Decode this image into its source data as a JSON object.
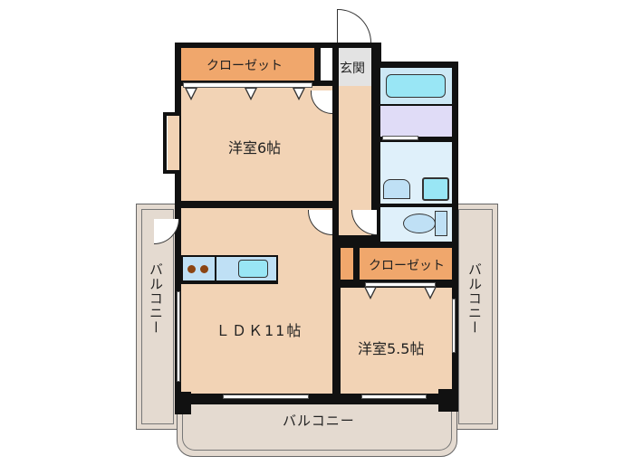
{
  "floorplan": {
    "rooms": {
      "closet_top": "クローゼット",
      "entrance": "玄関",
      "western_room_1": "洋室6帖",
      "ldk": "ＬＤＫ11帖",
      "closet_right": "クローゼット",
      "western_room_2": "洋室5.5帖"
    },
    "balconies": {
      "left": "バルコニー",
      "right": "バルコニー",
      "bottom": "バルコニー"
    },
    "colors": {
      "room_fill": "#f2d3b5",
      "closet_fill": "#f0a76c",
      "balcony_fill": "#e4dad0",
      "bath_fill": "#cde8f5",
      "washroom_fill": "#e0dcf7",
      "toilet_fill": "#dff0fa",
      "entrance_fill": "#e3e3e3",
      "wall": "#111111"
    }
  }
}
